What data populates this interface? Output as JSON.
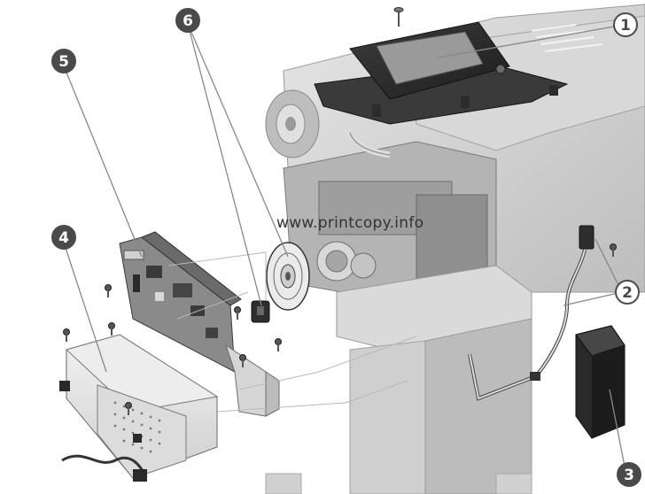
{
  "watermark": "www.printcopy.info",
  "callouts": [
    {
      "id": "c1",
      "label": "1"
    },
    {
      "id": "c2",
      "label": "2"
    },
    {
      "id": "c3",
      "label": "3"
    },
    {
      "id": "c4",
      "label": "4"
    },
    {
      "id": "c5",
      "label": "5"
    },
    {
      "id": "c6",
      "label": "6"
    }
  ],
  "colors": {
    "chassis": "#cfcfcf",
    "chassis_dark": "#a9a9a9",
    "part_dark": "#2e2e2e",
    "board": "#8a8a8a",
    "callout_fill": "#4a4a4a",
    "leader": "#888888"
  },
  "icons": [
    "screw-icon",
    "callout-badge-icon"
  ]
}
